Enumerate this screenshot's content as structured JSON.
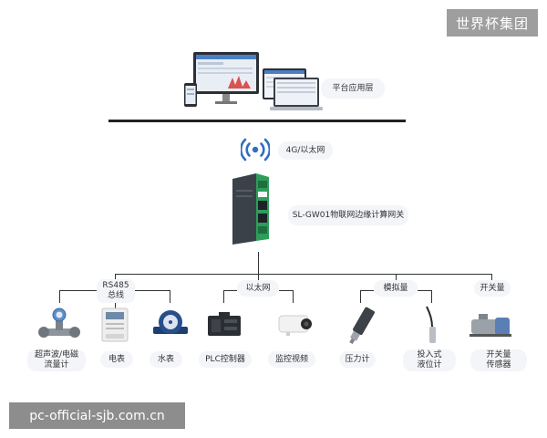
{
  "brand_badge": "世界杯集团",
  "watermark": "pc-official-sjb.com.cn",
  "platform_label": "平台应用层",
  "network_label": "4G/以太网",
  "gateway_label": "SL-GW01物联网边缘计算网关",
  "groups": [
    {
      "label": "RS485\n总线"
    },
    {
      "label": "以太网"
    },
    {
      "label": "模拟量"
    },
    {
      "label": "开关量"
    }
  ],
  "devices": [
    {
      "label": "超声波/电磁\n流量计",
      "icon": "flowmeter-icon"
    },
    {
      "label": "电表",
      "icon": "electric-meter-icon"
    },
    {
      "label": "水表",
      "icon": "water-meter-icon"
    },
    {
      "label": "PLC控制器",
      "icon": "plc-icon"
    },
    {
      "label": "监控视频",
      "icon": "camera-icon"
    },
    {
      "label": "压力计",
      "icon": "pressure-gauge-icon"
    },
    {
      "label": "投入式\n液位计",
      "icon": "level-sensor-icon"
    },
    {
      "label": "开关量\n传感器",
      "icon": "pump-icon"
    }
  ],
  "colors": {
    "line": "#333333",
    "pill_bg": "#f3f5f8",
    "gateway_green": "#2e9d5a",
    "gateway_dark": "#3b4148",
    "wifi_blue": "#2f6fc0"
  }
}
